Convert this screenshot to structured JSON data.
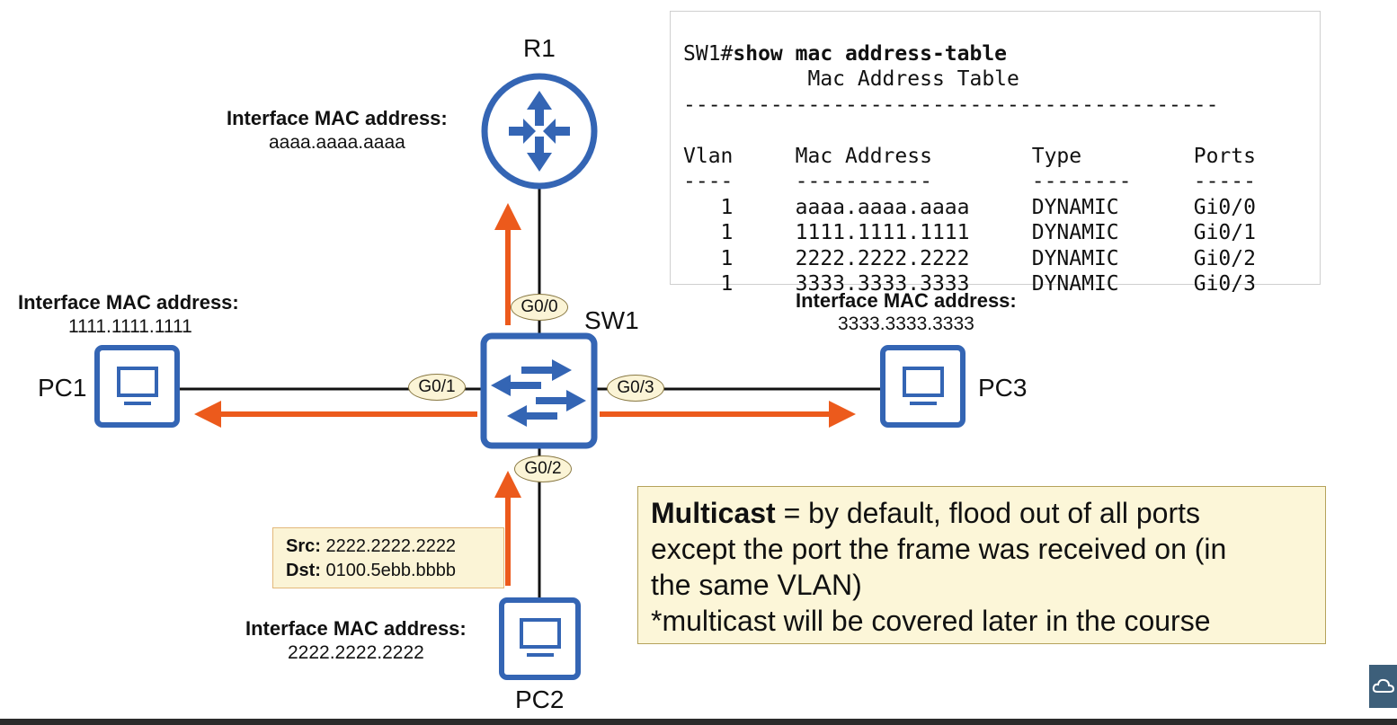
{
  "devices": {
    "r1": {
      "name": "R1",
      "mac_title": "Interface MAC address:",
      "mac": "aaaa.aaaa.aaaa"
    },
    "sw1": {
      "name": "SW1"
    },
    "pc1": {
      "name": "PC1",
      "mac_title": "Interface MAC address:",
      "mac": "1111.1111.1111"
    },
    "pc2": {
      "name": "PC2",
      "mac_title": "Interface MAC address:",
      "mac": "2222.2222.2222"
    },
    "pc3": {
      "name": "PC3",
      "mac_title": "Interface MAC address:",
      "mac": "3333.3333.3333"
    }
  },
  "ports": {
    "g00": "G0/0",
    "g01": "G0/1",
    "g02": "G0/2",
    "g03": "G0/3"
  },
  "cli": {
    "prompt": "SW1#",
    "command": "show mac address-table",
    "title": "          Mac Address Table",
    "separator": "-------------------------------------------",
    "headers": [
      "Vlan",
      "Mac Address",
      "Type",
      "Ports"
    ],
    "header_rule": [
      "----",
      "-----------",
      "--------",
      "-----"
    ],
    "rows": [
      {
        "vlan": "1",
        "mac": "aaaa.aaaa.aaaa",
        "type": "DYNAMIC",
        "port": "Gi0/0"
      },
      {
        "vlan": "1",
        "mac": "1111.1111.1111",
        "type": "DYNAMIC",
        "port": "Gi0/1"
      },
      {
        "vlan": "1",
        "mac": "2222.2222.2222",
        "type": "DYNAMIC",
        "port": "Gi0/2"
      },
      {
        "vlan": "1",
        "mac": "3333.3333.3333",
        "type": "DYNAMIC",
        "port": "Gi0/3"
      }
    ]
  },
  "frame": {
    "src_label": "Src:",
    "src": "2222.2222.2222",
    "dst_label": "Dst:",
    "dst": "0100.5ebb.bbbb"
  },
  "note": {
    "keyword": "Multicast",
    "line1_rest": " = by default, flood out of all ports",
    "line2": "except the port the frame was received on (in",
    "line3": "the same VLAN)",
    "line4": "*multicast will be covered later in the course"
  },
  "colors": {
    "device_blue": "#3465b4",
    "arrow_orange": "#ec5a1c",
    "note_bg": "#fcf6d8"
  },
  "icons": {
    "router": "router-icon",
    "switch": "switch-icon",
    "pc": "pc-icon"
  }
}
